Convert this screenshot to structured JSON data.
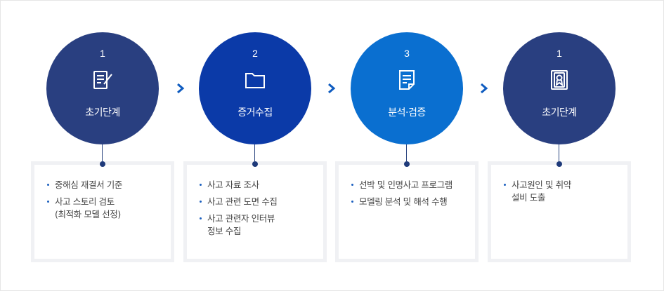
{
  "steps": [
    {
      "number": "1",
      "title": "초기단계",
      "icon": "document-edit-icon",
      "color": "#293f80",
      "items": [
        "중해심 재결서 기준",
        "사고 스토리 검토\n(최적화 모델 선정)"
      ]
    },
    {
      "number": "2",
      "title": "증거수집",
      "icon": "folder-icon",
      "color": "#0b3aa8",
      "items": [
        "사고 자료 조사",
        "사고 관련 도면 수집",
        "사고 관련자 인터뷰\n정보 수집"
      ]
    },
    {
      "number": "3",
      "title": "분석·검증",
      "icon": "document-lines-icon",
      "color": "#0a6fd0",
      "items": [
        "선박 및 인명사고 프로그램",
        "모델링 분석 및 해석 수행"
      ]
    },
    {
      "number": "1",
      "title": "초기단계",
      "icon": "certificate-icon",
      "color": "#293f80",
      "items": [
        "사고원인 및 취약\n설비 도출"
      ]
    }
  ],
  "arrow_color": "#0f5cc0"
}
